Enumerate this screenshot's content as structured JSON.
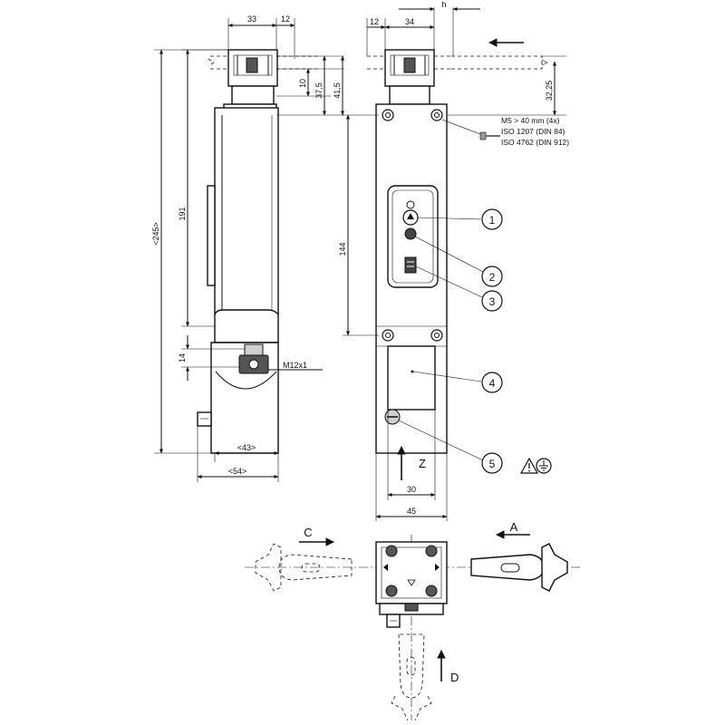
{
  "dimensions": {
    "head_width": "33",
    "head_offset_left": "12",
    "head_offset_right": "12",
    "head_width_front": "34",
    "approach": "h",
    "d10": "10",
    "d37_5": "37,5",
    "d41_5": "41,5",
    "d32_25": "32,25",
    "total_height": "<245>",
    "body_height": "191",
    "hole_spacing": "144",
    "connector_offset": "14",
    "connector": "M12x1",
    "depth_43": "<43>",
    "depth_54": "<54>",
    "width_30": "30",
    "width_45": "45"
  },
  "screw_note": [
    "M5 > 40 mm (4x)",
    "ISO 1207 (DIN 84)",
    "ISO 4762 (DIN 912)"
  ],
  "callouts": [
    "1",
    "2",
    "3",
    "4",
    "5"
  ],
  "direction_labels": {
    "z": "Z",
    "a": "A",
    "c": "C",
    "d": "D"
  },
  "icons": [
    "warning-triangle-icon",
    "ground-symbol-icon",
    "arrow-left-icon",
    "arrow-right-icon",
    "arrow-up-icon"
  ]
}
